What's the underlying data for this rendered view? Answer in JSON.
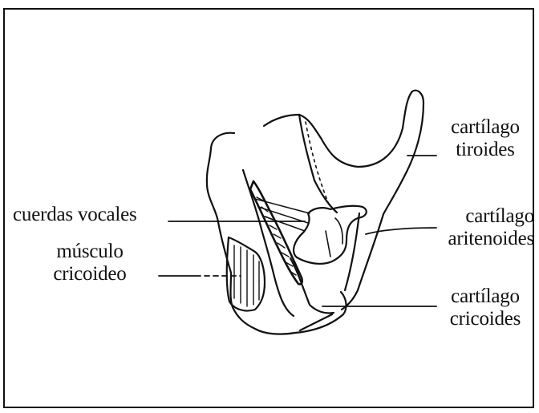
{
  "labels": {
    "tiroides": {
      "line1": "cartílago",
      "line2": "tiroides"
    },
    "cuerdas": {
      "line1": "cuerdas vocales"
    },
    "aritenoides": {
      "line1": "cartílago",
      "line2": "aritenoides"
    },
    "musculo": {
      "line1": "músculo",
      "line2": "cricoideo"
    },
    "cricoides": {
      "line1": "cartílago",
      "line2": "cricoides"
    }
  },
  "colors": {
    "ink": "#111111",
    "background": "#ffffff"
  }
}
